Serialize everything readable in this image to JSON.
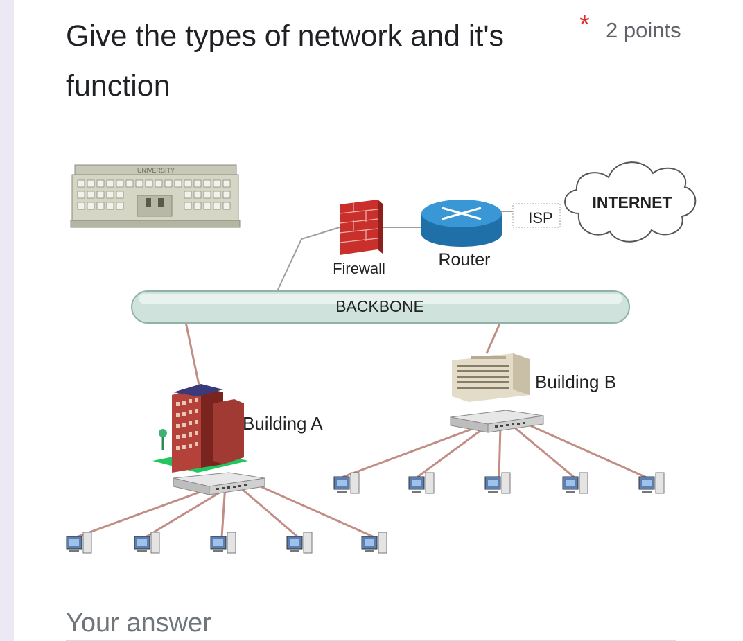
{
  "question": {
    "title": "Give the types of network and it's function",
    "required_marker": "*",
    "points": "2 points"
  },
  "diagram": {
    "university_sign": "UNIVERSITY",
    "labels": {
      "firewall": "Firewall",
      "router": "Router",
      "isp": "ISP",
      "internet": "INTERNET",
      "backbone": "BACKBONE",
      "building_a": "Building A",
      "building_b": "Building B"
    }
  },
  "answer": {
    "placeholder": "Your answer"
  },
  "colors": {
    "accent_star": "#d93025",
    "rail": "#ece8f4",
    "backbone": "#cfe3dc",
    "router": "#2f86c7",
    "firewall": "#c9302c",
    "cable": "#c28d85"
  }
}
